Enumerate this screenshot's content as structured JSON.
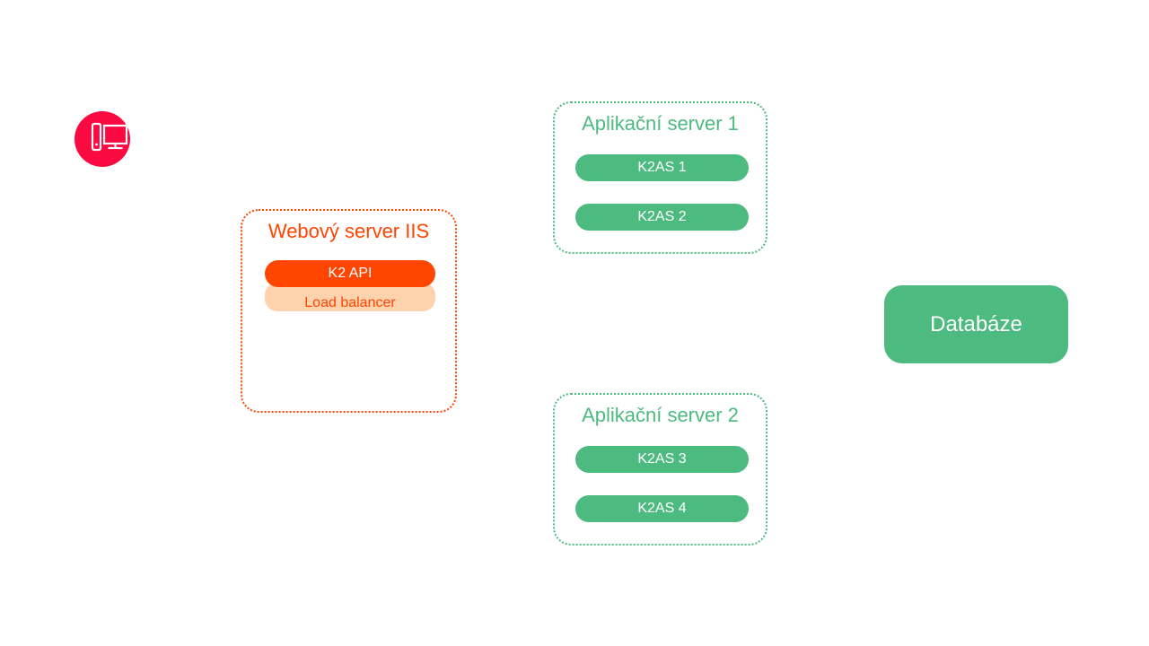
{
  "colors": {
    "brand_crimson": "#fa0a41",
    "orange": "#ff4500",
    "peach": "#ffd2ae",
    "green": "#4dba80",
    "node_text_light": "#ffffff"
  },
  "client": {
    "icon": "desktop-computer-icon"
  },
  "web_server": {
    "title": "Webový server IIS",
    "nodes": [
      {
        "label": "K2 API"
      },
      {
        "label": "Load balancer"
      }
    ]
  },
  "app_server_1": {
    "title": "Aplikační server 1",
    "nodes": [
      {
        "label": "K2AS 1"
      },
      {
        "label": "K2AS 2"
      }
    ]
  },
  "app_server_2": {
    "title": "Aplikační server 2",
    "nodes": [
      {
        "label": "K2AS 3"
      },
      {
        "label": "K2AS 4"
      }
    ]
  },
  "database": {
    "label": "Databáze"
  }
}
